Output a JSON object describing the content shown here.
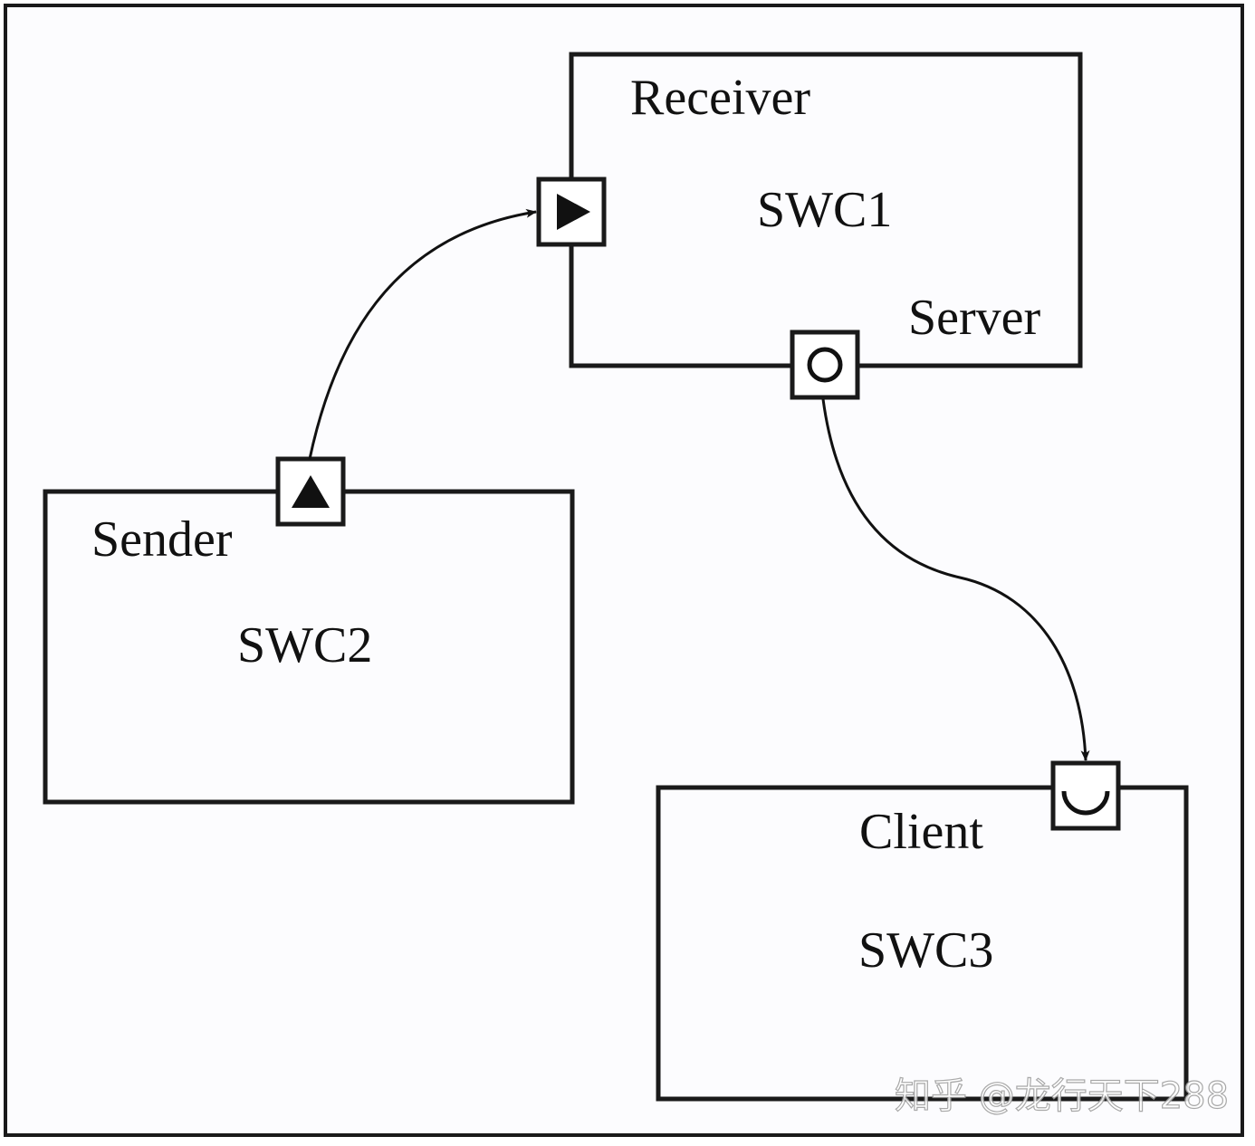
{
  "components": {
    "swc1": {
      "name": "SWC1",
      "role": "Receiver",
      "port_role": "Server"
    },
    "swc2": {
      "name": "SWC2",
      "role": "Sender"
    },
    "swc3": {
      "name": "SWC3",
      "role": "Client"
    }
  },
  "ports": {
    "swc1_receiver_port": {
      "icon": "receiver-port-icon"
    },
    "swc1_server_port": {
      "icon": "server-port-icon"
    },
    "swc2_sender_port": {
      "icon": "sender-port-icon"
    },
    "swc3_client_port": {
      "icon": "client-port-icon"
    }
  },
  "connections": [
    {
      "from": "SWC2 Sender",
      "to": "SWC1 Receiver"
    },
    {
      "from": "SWC1 Server",
      "to": "SWC3 Client"
    }
  ],
  "watermark": "知乎 @龙行天下288",
  "colors": {
    "line": "#111111",
    "background": "#fcfcfe"
  }
}
